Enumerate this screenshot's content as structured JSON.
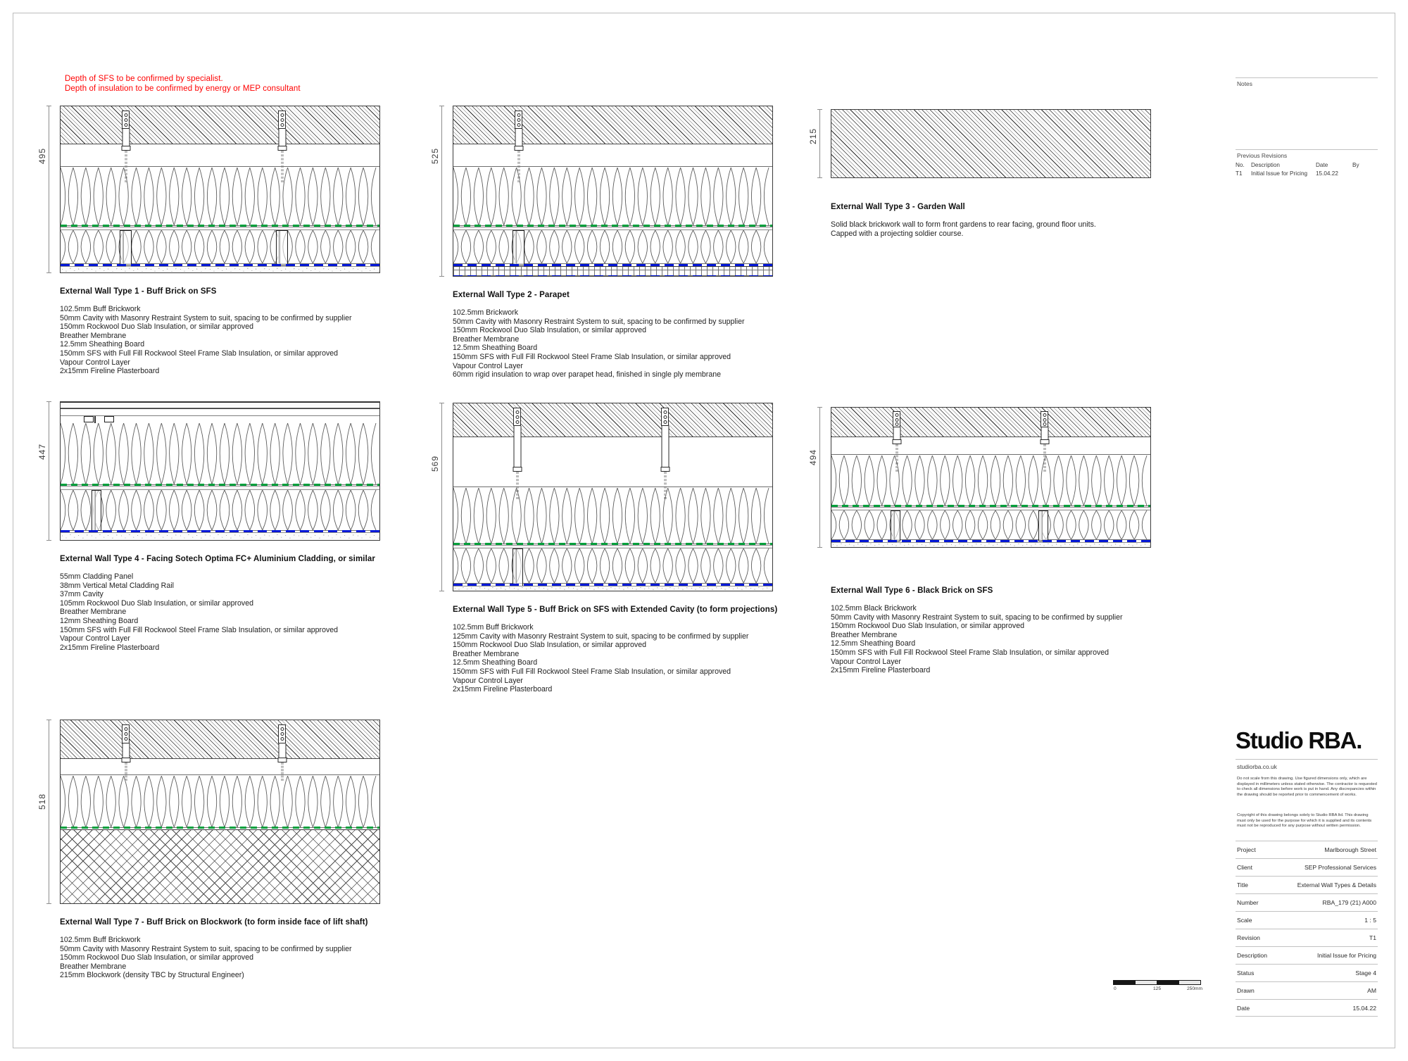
{
  "red_notes": [
    "Depth of SFS to be confirmed by specialist.",
    "Depth of insulation to be confirmed by energy or MEP consultant"
  ],
  "details": [
    {
      "id": "wall-type-1",
      "dimension": "495",
      "title": "External Wall Type 1 - Buff Brick on SFS",
      "specs": [
        "102.5mm Buff Brickwork",
        "50mm Cavity with Masonry Restraint System to suit, spacing to be confirmed by supplier",
        "150mm Rockwool Duo Slab Insulation, or similar approved",
        "Breather Membrane",
        "12.5mm Sheathing Board",
        "150mm SFS with Full Fill Rockwool Steel Frame Slab Insulation, or similar approved",
        "Vapour Control Layer",
        "2x15mm Fireline Plasterboard"
      ]
    },
    {
      "id": "wall-type-2",
      "dimension": "525",
      "title": "External Wall Type 2 - Parapet",
      "specs": [
        "102.5mm Brickwork",
        "50mm Cavity with Masonry Restraint System to suit, spacing to be confirmed by supplier",
        "150mm Rockwool Duo Slab Insulation, or similar approved",
        "Breather Membrane",
        "12.5mm Sheathing Board",
        "150mm SFS with Full Fill Rockwool Steel Frame Slab Insulation, or similar approved",
        "Vapour Control Layer",
        "60mm rigid insulation to wrap over parapet head, finished in single ply membrane"
      ]
    },
    {
      "id": "wall-type-3",
      "dimension": "215",
      "title": "External Wall Type 3 - Garden Wall",
      "description": [
        "Solid black brickwork wall to form front gardens to rear facing, ground floor units.",
        "Capped with a projecting soldier course."
      ]
    },
    {
      "id": "wall-type-4",
      "dimension": "447",
      "title": "External Wall Type 4 - Facing Sotech Optima FC+ Aluminium Cladding, or similar",
      "specs": [
        "55mm Cladding Panel",
        "38mm Vertical Metal Cladding Rail",
        "37mm Cavity",
        "105mm Rockwool Duo Slab Insulation, or similar approved",
        "Breather Membrane",
        "12mm Sheathing Board",
        "150mm SFS with Full Fill Rockwool Steel Frame Slab Insulation, or similar approved",
        "Vapour Control Layer",
        "2x15mm Fireline Plasterboard"
      ]
    },
    {
      "id": "wall-type-5",
      "dimension": "569",
      "title": "External Wall Type 5 - Buff Brick on SFS with Extended Cavity (to form projections)",
      "specs": [
        "102.5mm Buff Brickwork",
        "125mm Cavity with Masonry Restraint System to suit, spacing to be confirmed by supplier",
        "150mm Rockwool Duo Slab Insulation, or similar approved",
        "Breather Membrane",
        "12.5mm Sheathing Board",
        "150mm SFS with Full Fill Rockwool Steel Frame Slab Insulation, or similar approved",
        "Vapour Control Layer",
        "2x15mm Fireline Plasterboard"
      ]
    },
    {
      "id": "wall-type-6",
      "dimension": "494",
      "title": "External Wall Type 6 - Black Brick on SFS",
      "specs": [
        "102.5mm Black Brickwork",
        "50mm Cavity with Masonry Restraint System to suit, spacing to be confirmed by supplier",
        "150mm Rockwool Duo Slab Insulation, or similar approved",
        "Breather Membrane",
        "12.5mm Sheathing Board",
        "150mm SFS with Full Fill Rockwool Steel Frame Slab Insulation, or similar approved",
        "Vapour Control Layer",
        "2x15mm Fireline Plasterboard"
      ]
    },
    {
      "id": "wall-type-7",
      "dimension": "518",
      "title": "External Wall Type 7 - Buff Brick on Blockwork (to form inside face of lift shaft)",
      "specs": [
        "102.5mm Buff Brickwork",
        "50mm Cavity with Masonry Restraint System to suit, spacing to be confirmed by supplier",
        "150mm Rockwool Duo Slab Insulation, or similar approved",
        "Breather Membrane",
        "215mm Blockwork (density TBC by Structural Engineer)"
      ]
    }
  ],
  "titleblock": {
    "notes_heading": "Notes",
    "previous_revisions_heading": "Previous Revisions",
    "revision_columns": [
      "No.",
      "Description",
      "Date",
      "By"
    ],
    "revisions": [
      {
        "no": "T1",
        "description": "Initial Issue for Pricing",
        "date": "15.04.22",
        "by": ""
      }
    ],
    "logo": "Studio RBA.",
    "website": "studiorba.co.uk",
    "legal_1": "Do not scale from this drawing. Use figured dimensions only, which are displayed in millimeters unless stated otherwise. The contractor is requested to check all dimensions before work is put in hand. Any discrepancies within the drawing should be reported prior to commencement of works.",
    "legal_2": "Copyright of this drawing belongs solely to Studio RBA ltd. This drawing must only be used for the purpose for which it is supplied and its contents must not be reproduced for any purpose without written permission.",
    "fields": [
      {
        "key": "Project",
        "value": "Marlborough Street"
      },
      {
        "key": "Client",
        "value": "SEP Professional Services"
      },
      {
        "key": "Title",
        "value": "External Wall Types & Details"
      },
      {
        "key": "Number",
        "value": "RBA_179 (21) A000"
      },
      {
        "key": "Scale",
        "value": "1 : 5"
      },
      {
        "key": "Revision",
        "value": "T1"
      },
      {
        "key": "Description",
        "value": "Initial Issue for Pricing"
      },
      {
        "key": "Status",
        "value": "Stage 4"
      },
      {
        "key": "Drawn",
        "value": "AM"
      },
      {
        "key": "Date",
        "value": "15.04.22"
      }
    ]
  },
  "scalebar": {
    "labels": [
      "0",
      "125",
      "250mm"
    ]
  },
  "colors": {
    "note_red": "#ff0000",
    "membrane_green": "#00a03c",
    "vcl_blue": "#0017d8"
  }
}
